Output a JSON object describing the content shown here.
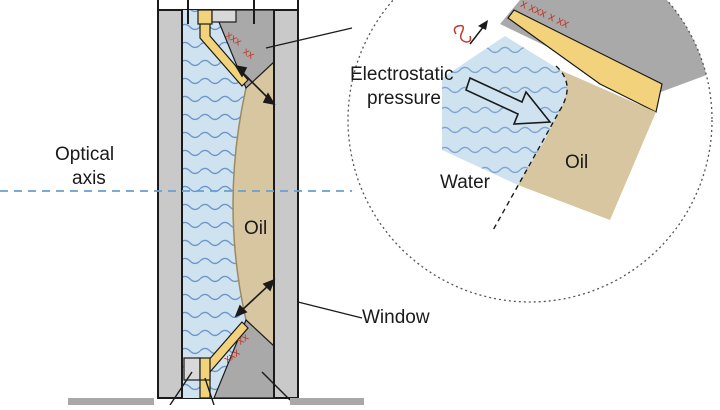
{
  "labels": {
    "optical_axis_line1": "Optical",
    "optical_axis_line2": "axis",
    "oil_main": "Oil",
    "window": "Window",
    "electrostatic_line1": "Electrostatic",
    "electrostatic_line2": "pressure",
    "oil_inset": "Oil",
    "water": "Water"
  },
  "charge_marks": {
    "symbol": "x",
    "top_lens": "xxx",
    "top_lens_2": "xx",
    "bottom_lens": "xxx",
    "bottom_lens_2": "xx",
    "inset_row": "x xxx x xx",
    "inset_row_2": "xx"
  },
  "colors": {
    "water": "#cfe2f0",
    "wave": "#6d95c7",
    "oil": "#d7c69f",
    "housing": "#b2b2b2",
    "housing_light": "#c9c9c9",
    "electrode": "#f2d27a",
    "charge": "#c0392b",
    "axis": "#6a9fd0",
    "outline": "#1a1a1a"
  }
}
